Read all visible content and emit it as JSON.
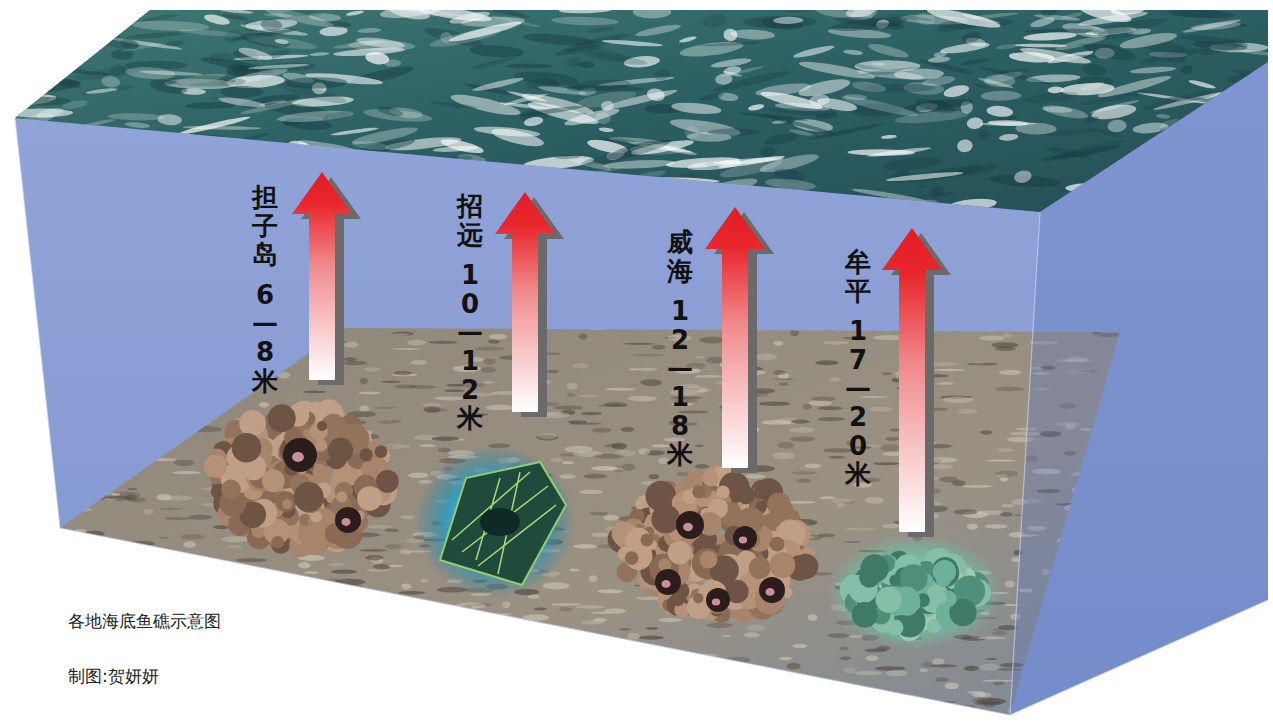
{
  "diagram": {
    "caption": "各地海底鱼礁示意图",
    "labels": [
      "担子岛",
      "6—8米",
      "招远",
      "10—12米",
      "威海",
      "12—18米",
      "牟平",
      "17—20米",
      "制图:贺妍妍"
    ]
  }
}
